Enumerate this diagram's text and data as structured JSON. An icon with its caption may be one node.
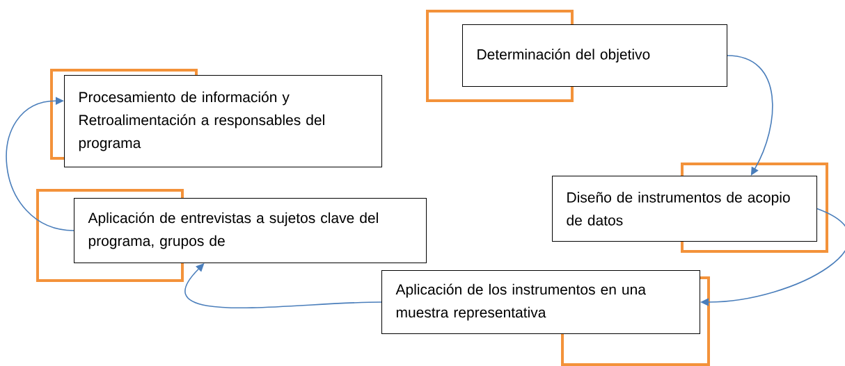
{
  "diagram": {
    "nodes": [
      {
        "text": [
          "Determinación del objetivo"
        ]
      },
      {
        "text": [
          "Diseño de instrumentos de acopio de datos"
        ]
      },
      {
        "text": [
          "Aplicación de los instrumentos en una muestra representativa"
        ]
      },
      {
        "text": [
          "Aplicación de entrevistas a sujetos clave del programa, grupos de"
        ]
      },
      {
        "text": [
          "Procesamiento de información y Retroalimentación a responsables del programa"
        ]
      }
    ],
    "edges": [
      {
        "from": 0,
        "to": 1,
        "arrow": "to"
      },
      {
        "from": 1,
        "to": 2,
        "arrow": "to"
      },
      {
        "from": 2,
        "to": 3,
        "arrow": "to"
      },
      {
        "from": 3,
        "to": 4,
        "arrow": "to"
      }
    ]
  }
}
